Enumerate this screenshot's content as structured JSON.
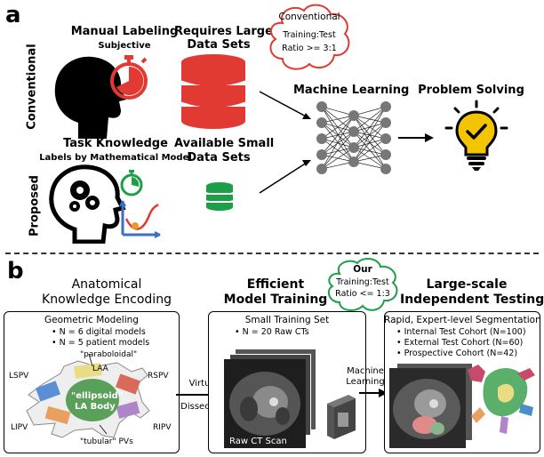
{
  "panel_a": {
    "letter": "a",
    "row_labels": {
      "conventional": "Conventional",
      "proposed": "Proposed"
    },
    "manual_labeling": {
      "title": "Manual Labeling",
      "subtitle": "Subjective"
    },
    "requires_large": {
      "title_line1": "Requires Large",
      "title_line2": "Data Sets"
    },
    "cloud_conventional": {
      "title": "Conventional",
      "line1": "Training:Test",
      "line2": "Ratio >= 3:1"
    },
    "task_knowledge": {
      "title": "Task Knowledge",
      "subtitle": "Labels by Mathematical Model"
    },
    "available_small": {
      "title_line1": "Available Small",
      "title_line2": "Data Sets"
    },
    "machine_learning": "Machine Learning",
    "problem_solving": "Problem Solving"
  },
  "panel_b": {
    "letter": "b",
    "col1": {
      "line1": "Anatomical",
      "line2": "Knowledge Encoding"
    },
    "col2": {
      "line1": "Efficient",
      "line2": "Model Training"
    },
    "col3": {
      "line1": "Large-scale",
      "line2": "Independent Testing"
    },
    "cloud_our": {
      "title": "Our",
      "line1": "Training:Test",
      "line2": "Ratio <= 1:3"
    },
    "box1": {
      "title": "Geometric Modeling",
      "bullets": [
        "N = 6 digital models",
        "N = 5 patient models"
      ],
      "labels": {
        "paraboloidal": "\"paraboloidal\"",
        "laa": "LAA",
        "lspv": "LSPV",
        "rspv": "RSPV",
        "ellipsoid": "\"ellipsoid\"",
        "la_body": "LA Body",
        "lipv": "LIPV",
        "ripv": "RIPV",
        "tubular": "\"tubular\" PVs"
      }
    },
    "arrow1": {
      "line1": "Virtual",
      "line2": "Dissection"
    },
    "box2": {
      "title": "Small Training Set",
      "bullets": [
        "N = 20 Raw CTs"
      ],
      "ct_label": "Raw CT Scan"
    },
    "arrow2": {
      "line1": "Machine",
      "line2": "Learning"
    },
    "box3": {
      "title": "Rapid, Expert-level Segmentation",
      "bullets": [
        "Internal Test Cohort (N=100)",
        "External Test Cohort (N=60)",
        "Prospective Cohort (N=42)"
      ]
    }
  },
  "colors": {
    "red": "#e03a32",
    "green": "#1f9e4a",
    "yellow": "#f5c400",
    "gray_node": "#777777"
  }
}
